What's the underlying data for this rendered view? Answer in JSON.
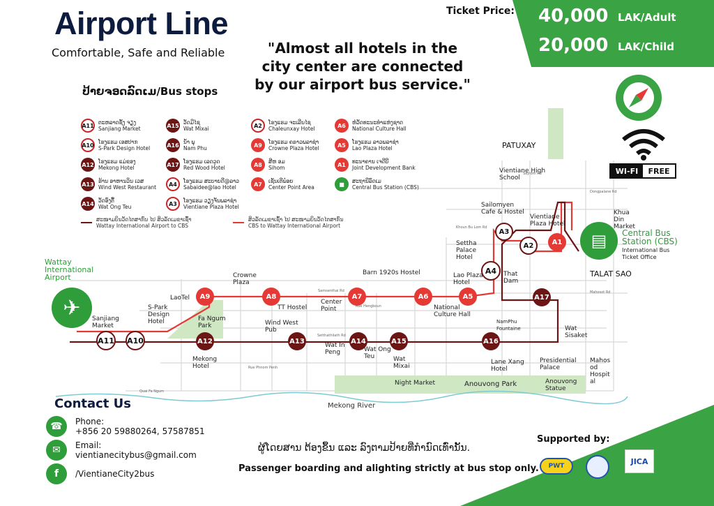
{
  "header": {
    "title": "Airport Line",
    "subtitle": "Comfortable, Safe and Reliable",
    "quote": "\"Almost all hotels in the city center are connected by our airport bus service.\""
  },
  "ticket": {
    "label": "Ticket Price:",
    "adult_price": "40,000",
    "adult_unit": "LAK/Adult",
    "child_price": "20,000",
    "child_unit": "LAK/Child"
  },
  "bus_stops": {
    "title": "ປ້າຍຈອດລົດເມ/Bus stops",
    "col1": [
      {
        "code": "A11",
        "lao": "ຕະຫລາດຊັ້ງ ຈຽງ",
        "en": "Sanjiang Market",
        "style": "out"
      },
      {
        "code": "A10",
        "lao": "ໂຮງແຮມ ເອສປາກ",
        "en": "S-Park Design Hotel",
        "style": "out"
      },
      {
        "code": "A12",
        "lao": "ໂຮງແຮມ ແມ່ຂອງ",
        "en": "Mekong Hotel",
        "style": "dark"
      },
      {
        "code": "A13",
        "lao": "ຮ້ານ ອາຫານວິນ ເວສ",
        "en": "Wind West Restaurant",
        "style": "dark"
      },
      {
        "code": "A14",
        "lao": "ວັດອົງຕື້",
        "en": "Wat Ong Teu",
        "style": "dark"
      }
    ],
    "col2": [
      {
        "code": "A15",
        "lao": "ວັດມີໄຊ",
        "en": "Wat Mixai",
        "style": "dark"
      },
      {
        "code": "A16",
        "lao": "ນ້ຳ ພຸ",
        "en": "Nam Phu",
        "style": "dark"
      },
      {
        "code": "A17",
        "lao": "ໂຮງແຮມ ເລດວູດ",
        "en": "Red Wood Hotel",
        "style": "dark"
      },
      {
        "code": "A4",
        "lao": "ໂຮງແຮມ ສະບາຍດີ@ລາວ",
        "en": "Sabaidee@lao Hotel",
        "style": "out"
      },
      {
        "code": "A3",
        "lao": "ໂຮງແຮມ ວຽງຈັນພລາຊ່າ",
        "en": "Vientiane Plaza Hotel",
        "style": "out"
      }
    ],
    "col3": [
      {
        "code": "A2",
        "lao": "ໂຮງແຮມ ຈະເລີນໄຊ",
        "en": "Chaleunxay Hotel",
        "style": "out"
      },
      {
        "code": "A9",
        "lao": "ໂຮງແຮມ ຄຣາວພລາຊ່າ",
        "en": "Crowne Plaza Hotel",
        "style": "red"
      },
      {
        "code": "A8",
        "lao": "ສີຫ ອມ",
        "en": "Sihom",
        "style": "red"
      },
      {
        "code": "A7",
        "lao": "ເຊັນເຕີພ໋ອຍ",
        "en": "Center Point Area",
        "style": "red"
      }
    ],
    "col4": [
      {
        "code": "A6",
        "lao": "ຫໍວັດທະນະທຳແຫ່ງຊາດ",
        "en": "National Culture Hall",
        "style": "red"
      },
      {
        "code": "A5",
        "lao": "ໂຮງແຮມ ລາວພລາຊ່າ",
        "en": "Lao Plaza Hotel",
        "style": "red"
      },
      {
        "code": "A1",
        "lao": "ທະນາຄານ ເຈດີບີ",
        "en": "Joint Development Bank",
        "style": "red"
      },
      {
        "code": "BUS",
        "lao": "ສະຖານີລົດເມ",
        "en": "Central Bus Station (CBS)",
        "style": "bus"
      }
    ],
    "route1_lao": "ສະໜາມບິນວັດໄຕສາກົນ ໄປ ສິວລັດເມຂາເຊົ້າ",
    "route1_en": "Wattay International Airport to CBS",
    "route2_lao": "ສິວລັດເມຂາເຊົ້າ ໄປ ສະໜາມບິນວັດໄຕສາກົນ",
    "route2_en": "CBS to Wattay International Airport"
  },
  "map": {
    "airport": "Wattay International Airport",
    "patuxay": "PATUXAY",
    "cbs": "Central Bus Station (CBS)",
    "bus_office": "International Bus Ticket Office",
    "talat_sao": "TALAT SAO",
    "khua_din": "Khua Din Market",
    "mekong": "Mekong River",
    "labels": {
      "vientiane_hs": "Vientiane High School",
      "sailomyen": "Sailomyen Cafe & Hostel",
      "vientiane_plaza": "Vientiane Plaza Hotel",
      "settha": "Settha Palace Hotel",
      "lao_plaza": "Lao Plaza Hotel",
      "that_dam": "That Dam",
      "barn": "Barn 1920s Hostel",
      "crowne": "Crowne Plaza",
      "laotel": "LaoTel",
      "spark": "S-Park Design Hotel",
      "sanjiang": "Sanjiang Market",
      "fangum": "Fa Ngum Park",
      "mekong_hotel": "Mekong Hotel",
      "tt_hostel": "TT Hostel",
      "windwest": "Wind West Pub",
      "centerpoint": "Center Point",
      "culture_hall": "National Culture Hall",
      "namphu": "NamPhu Fountaine",
      "wat_inpeng": "Wat In Peng",
      "wat_ongteu": "Wat Ong Teu",
      "wat_mixai": "Wat Mixai",
      "lanexang": "Lane Xang Hotel",
      "presidential": "Presidential Palace",
      "wat_sisaket": "Wat Sisaket",
      "mahosot": "Mahos od Hospit al",
      "night_market": "Night Market",
      "anouvong_park": "Anouvong Park",
      "anouvong_statue": "Anouvong Statue"
    },
    "streets": {
      "samsenthai": "Samsenthai Rd",
      "hengboun": "Rue Hengboun",
      "setthathirath": "Setthathilath Rd",
      "fangum_rd": "Quai Fa Ngum",
      "phnom_penh": "Rue Phnom Penh",
      "saylom": "Saylom Rd",
      "dongpalane": "Dongpalane Rd",
      "khoun_bulom": "Khoun Bu Lom Rd",
      "mahosot_rd": "Mahosot Rd"
    },
    "stops": [
      "A1",
      "A2",
      "A3",
      "A4",
      "A5",
      "A6",
      "A7",
      "A8",
      "A9",
      "A10",
      "A11",
      "A12",
      "A13",
      "A14",
      "A15",
      "A16",
      "A17"
    ]
  },
  "wifi": {
    "left": "WI-FI",
    "right": "FREE"
  },
  "contact": {
    "title": "Contact Us",
    "phone_label": "Phone:",
    "phone_value": "+856 20 59880264, 57587851",
    "email_label": "Email:",
    "email_value": "vientianecitybus@gmail.com",
    "facebook_value": "/VientianeCity2bus"
  },
  "notice": {
    "lao": "ຜູ້ໂດຍສານ ຕ້ອງຂຶ້ນ ແລະ ລົງຕາມປ້າຍທີ່ກຳນົດເທົ່ານັ້ນ.",
    "en": "Passenger boarding and alighting strictly at bus stop only."
  },
  "supported": {
    "label": "Supported by:",
    "logo_pwt": "PWT",
    "logo_jica": "JICA"
  },
  "colors": {
    "green": "#2e9d3a",
    "red": "#e53935",
    "dark_red": "#6b1515",
    "navy": "#0d1b3e"
  }
}
